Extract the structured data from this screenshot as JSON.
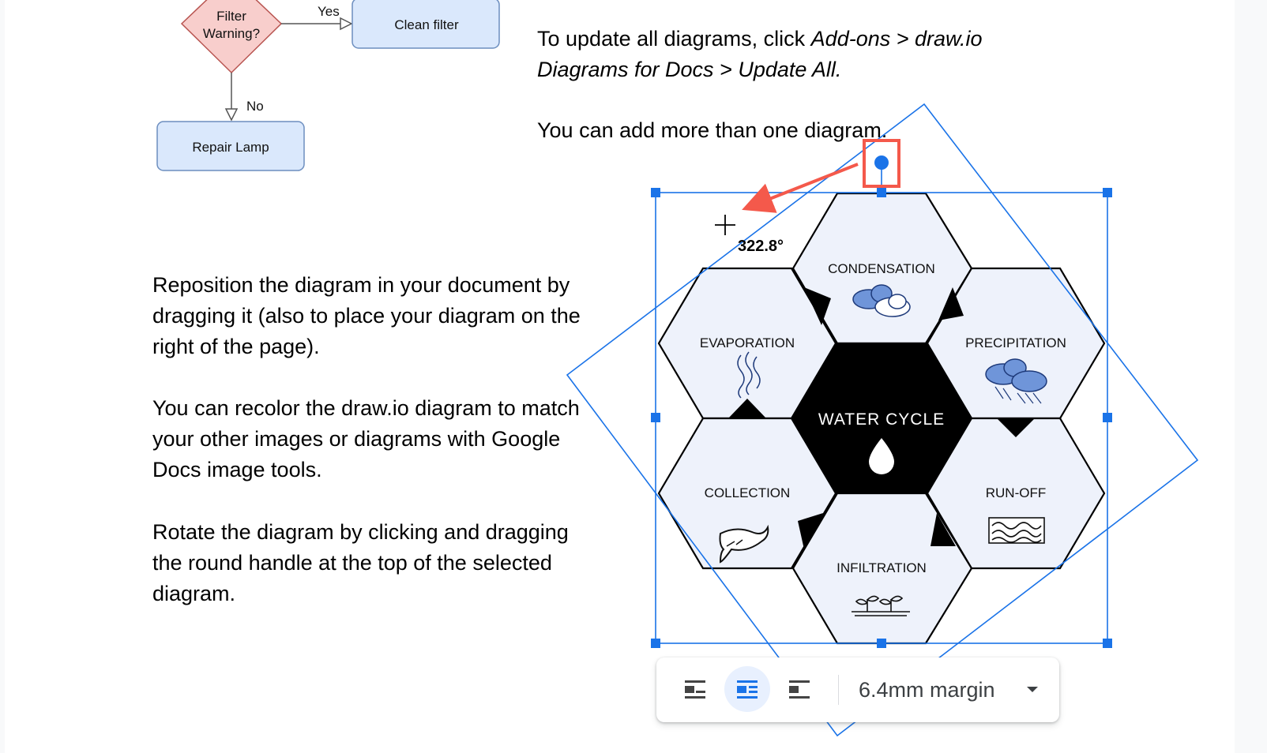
{
  "flowchart": {
    "decision_line1": "Filter",
    "decision_line2": "Warning?",
    "yes_label": "Yes",
    "no_label": "No",
    "clean_filter": "Clean filter",
    "repair_lamp": "Repair Lamp"
  },
  "paragraphs": {
    "update_line1_pre": "To update all diagrams, click ",
    "update_line1_em": "Add-ons > draw.io",
    "update_line2_em": "Diagrams for Docs > Update All.",
    "add_more": "You can add more than one diagram.",
    "reposition": [
      "Reposition the diagram in your document by",
      "dragging it (also to place your diagram on the",
      "right of the page)."
    ],
    "recolor": [
      "You can recolor the draw.io diagram to match",
      "your other images or diagrams with Google",
      "Docs image tools."
    ],
    "rotate": [
      "Rotate the diagram by clicking and dragging",
      "the round handle at the top of the selected",
      "diagram."
    ]
  },
  "diagram": {
    "center_label": "WATER CYCLE",
    "stages": {
      "condensation": "CONDENSATION",
      "precipitation": "PRECIPITATION",
      "run_off": "RUN-OFF",
      "infiltration": "INFILTRATION",
      "collection": "COLLECTION",
      "evaporation": "EVAPORATION"
    },
    "rotation_readout": "322.8°"
  },
  "toolbar": {
    "buttons": [
      "inline-text",
      "wrap-text",
      "break-text"
    ],
    "active": "wrap-text",
    "margin_label": "6.4mm margin"
  },
  "colors": {
    "selection_blue": "#1a73e8",
    "callout_red": "#f4594b",
    "hex_fill": "#eef2fb",
    "flow_red_fill": "#f8cecc",
    "flow_blue_fill": "#dae8fc"
  }
}
